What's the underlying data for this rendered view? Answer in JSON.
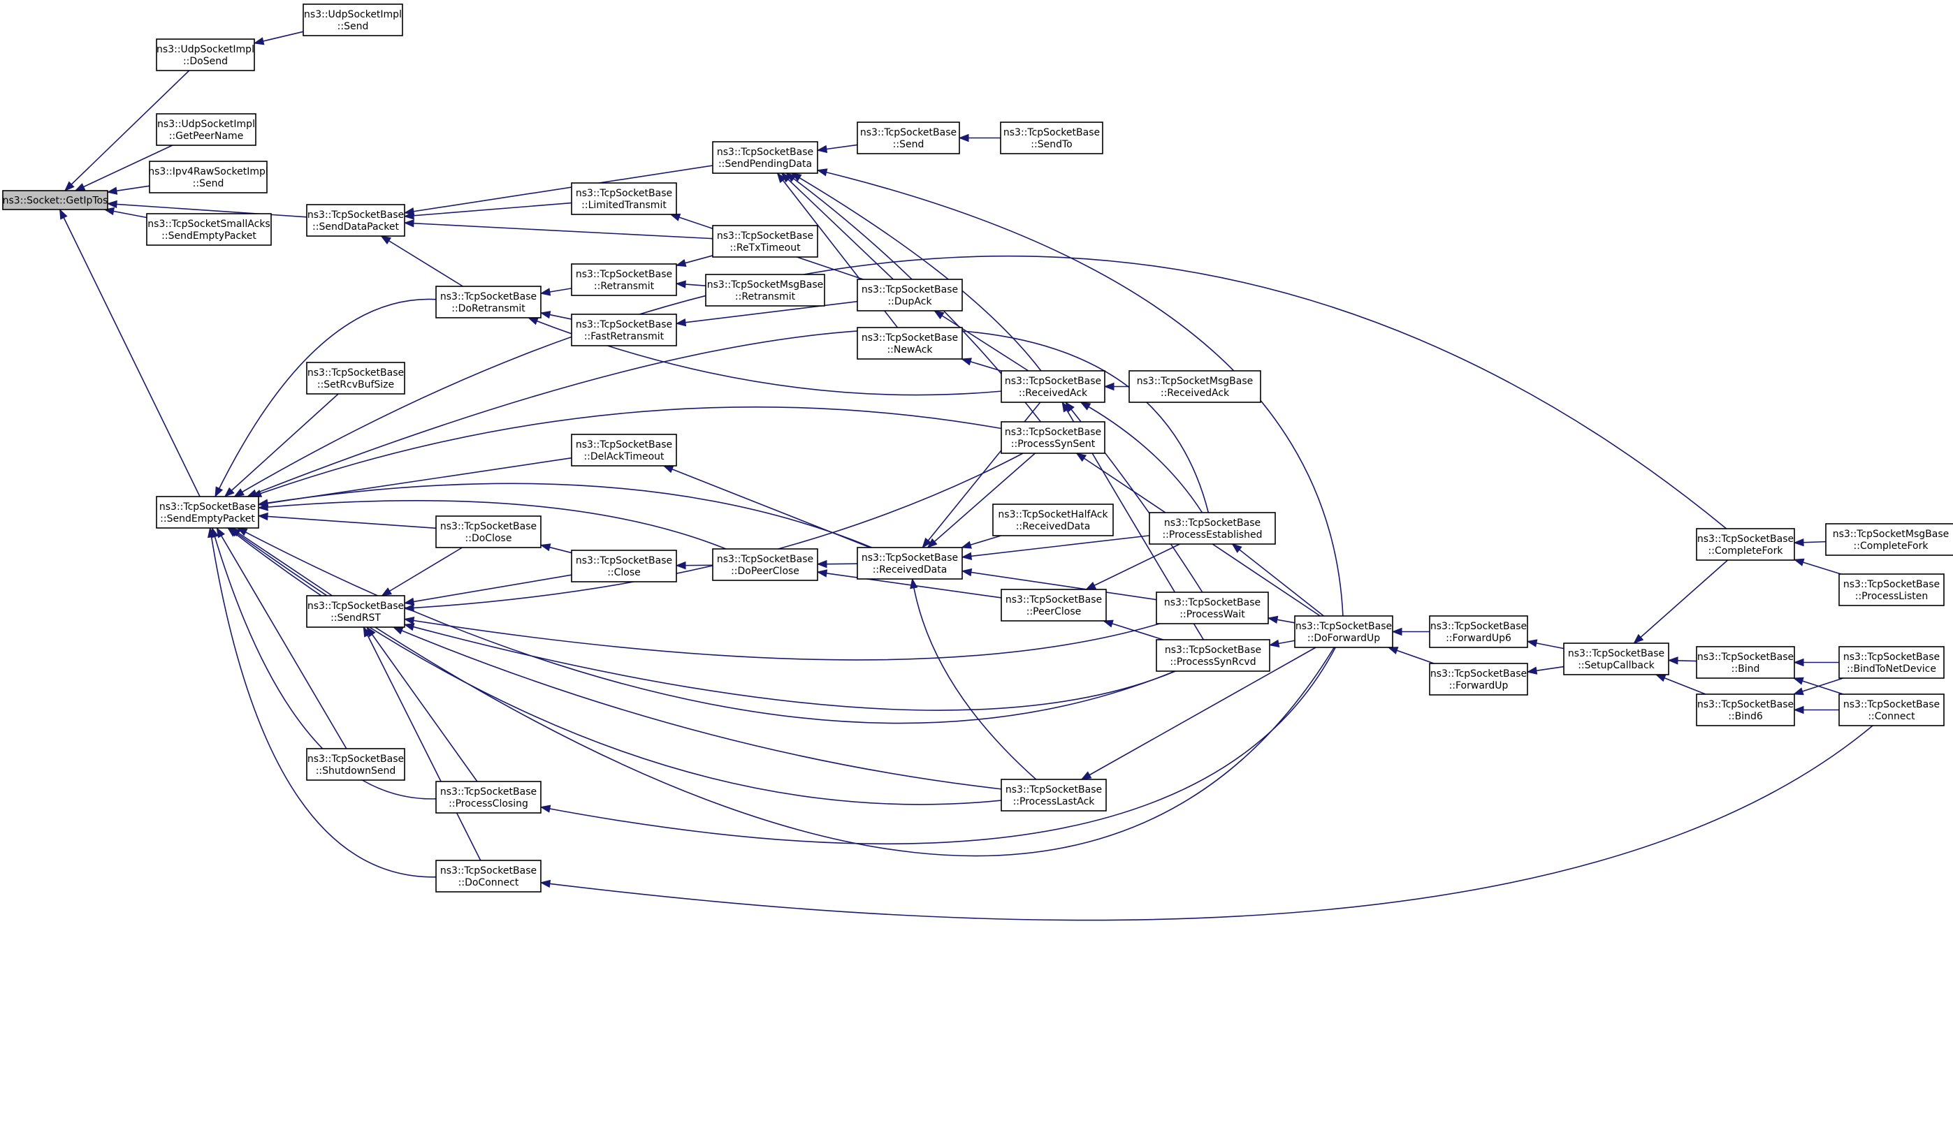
{
  "graph": {
    "title": "",
    "root": "getiptos",
    "nodes": [
      {
        "id": "getiptos",
        "lines": [
          "ns3::Socket::GetIpTos"
        ]
      },
      {
        "id": "udp_dosend",
        "lines": [
          "ns3::UdpSocketImpl",
          "::DoSend"
        ]
      },
      {
        "id": "udp_send",
        "lines": [
          "ns3::UdpSocketImpl",
          "::Send"
        ]
      },
      {
        "id": "udp_getpeername",
        "lines": [
          "ns3::UdpSocketImpl",
          "::GetPeerName"
        ]
      },
      {
        "id": "ipv4raw_send",
        "lines": [
          "ns3::Ipv4RawSocketImpl",
          "::Send"
        ]
      },
      {
        "id": "smallacks_sendempty",
        "lines": [
          "ns3::TcpSocketSmallAcks",
          "::SendEmptyPacket"
        ]
      },
      {
        "id": "senddatapacket",
        "lines": [
          "ns3::TcpSocketBase",
          "::SendDataPacket"
        ]
      },
      {
        "id": "sendemptypacket",
        "lines": [
          "ns3::TcpSocketBase",
          "::SendEmptyPacket"
        ]
      },
      {
        "id": "sendpendingdata",
        "lines": [
          "ns3::TcpSocketBase",
          "::SendPendingData"
        ]
      },
      {
        "id": "send",
        "lines": [
          "ns3::TcpSocketBase",
          "::Send"
        ]
      },
      {
        "id": "sendto",
        "lines": [
          "ns3::TcpSocketBase",
          "::SendTo"
        ]
      },
      {
        "id": "limitedtransmit",
        "lines": [
          "ns3::TcpSocketBase",
          "::LimitedTransmit"
        ]
      },
      {
        "id": "retxtimeout",
        "lines": [
          "ns3::TcpSocketBase",
          "::ReTxTimeout"
        ]
      },
      {
        "id": "doretransmit",
        "lines": [
          "ns3::TcpSocketBase",
          "::DoRetransmit"
        ]
      },
      {
        "id": "retransmit",
        "lines": [
          "ns3::TcpSocketBase",
          "::Retransmit"
        ]
      },
      {
        "id": "msg_retransmit",
        "lines": [
          "ns3::TcpSocketMsgBase",
          "::Retransmit"
        ]
      },
      {
        "id": "fastretransmit",
        "lines": [
          "ns3::TcpSocketBase",
          "::FastRetransmit"
        ]
      },
      {
        "id": "dupack",
        "lines": [
          "ns3::TcpSocketBase",
          "::DupAck"
        ]
      },
      {
        "id": "newack",
        "lines": [
          "ns3::TcpSocketBase",
          "::NewAck"
        ]
      },
      {
        "id": "receivedack",
        "lines": [
          "ns3::TcpSocketBase",
          "::ReceivedAck"
        ]
      },
      {
        "id": "msg_receivedack",
        "lines": [
          "ns3::TcpSocketMsgBase",
          "::ReceivedAck"
        ]
      },
      {
        "id": "setrcvbufsize",
        "lines": [
          "ns3::TcpSocketBase",
          "::SetRcvBufSize"
        ]
      },
      {
        "id": "processsynsent",
        "lines": [
          "ns3::TcpSocketBase",
          "::ProcessSynSent"
        ]
      },
      {
        "id": "delacktimeout",
        "lines": [
          "ns3::TcpSocketBase",
          "::DelAckTimeout"
        ]
      },
      {
        "id": "halfack_receiveddata",
        "lines": [
          "ns3::TcpSocketHalfAck",
          "::ReceivedData"
        ]
      },
      {
        "id": "processestablished",
        "lines": [
          "ns3::TcpSocketBase",
          "::ProcessEstablished"
        ]
      },
      {
        "id": "doclose",
        "lines": [
          "ns3::TcpSocketBase",
          "::DoClose"
        ]
      },
      {
        "id": "close",
        "lines": [
          "ns3::TcpSocketBase",
          "::Close"
        ]
      },
      {
        "id": "dopeerclose",
        "lines": [
          "ns3::TcpSocketBase",
          "::DoPeerClose"
        ]
      },
      {
        "id": "receiveddata",
        "lines": [
          "ns3::TcpSocketBase",
          "::ReceivedData"
        ]
      },
      {
        "id": "peerclose",
        "lines": [
          "ns3::TcpSocketBase",
          "::PeerClose"
        ]
      },
      {
        "id": "processwait",
        "lines": [
          "ns3::TcpSocketBase",
          "::ProcessWait"
        ]
      },
      {
        "id": "sendrst",
        "lines": [
          "ns3::TcpSocketBase",
          "::SendRST"
        ]
      },
      {
        "id": "processsynrcvd",
        "lines": [
          "ns3::TcpSocketBase",
          "::ProcessSynRcvd"
        ]
      },
      {
        "id": "doforwardup",
        "lines": [
          "ns3::TcpSocketBase",
          "::DoForwardUp"
        ]
      },
      {
        "id": "forwardup6",
        "lines": [
          "ns3::TcpSocketBase",
          "::ForwardUp6"
        ]
      },
      {
        "id": "forwardup",
        "lines": [
          "ns3::TcpSocketBase",
          "::ForwardUp"
        ]
      },
      {
        "id": "setupcallback",
        "lines": [
          "ns3::TcpSocketBase",
          "::SetupCallback"
        ]
      },
      {
        "id": "completefork",
        "lines": [
          "ns3::TcpSocketBase",
          "::CompleteFork"
        ]
      },
      {
        "id": "msg_completefork",
        "lines": [
          "ns3::TcpSocketMsgBase",
          "::CompleteFork"
        ]
      },
      {
        "id": "processlisten",
        "lines": [
          "ns3::TcpSocketBase",
          "::ProcessListen"
        ]
      },
      {
        "id": "bind",
        "lines": [
          "ns3::TcpSocketBase",
          "::Bind"
        ]
      },
      {
        "id": "bind6",
        "lines": [
          "ns3::TcpSocketBase",
          "::Bind6"
        ]
      },
      {
        "id": "bindtonetdevice",
        "lines": [
          "ns3::TcpSocketBase",
          "::BindToNetDevice"
        ]
      },
      {
        "id": "connect",
        "lines": [
          "ns3::TcpSocketBase",
          "::Connect"
        ]
      },
      {
        "id": "shutdownsend",
        "lines": [
          "ns3::TcpSocketBase",
          "::ShutdownSend"
        ]
      },
      {
        "id": "processclosing",
        "lines": [
          "ns3::TcpSocketBase",
          "::ProcessClosing"
        ]
      },
      {
        "id": "processlastack",
        "lines": [
          "ns3::TcpSocketBase",
          "::ProcessLastAck"
        ]
      },
      {
        "id": "doconnect",
        "lines": [
          "ns3::TcpSocketBase",
          "::DoConnect"
        ]
      }
    ],
    "edges": [
      [
        "udp_dosend",
        "getiptos"
      ],
      [
        "udp_getpeername",
        "getiptos"
      ],
      [
        "ipv4raw_send",
        "getiptos"
      ],
      [
        "smallacks_sendempty",
        "getiptos"
      ],
      [
        "senddatapacket",
        "getiptos"
      ],
      [
        "sendemptypacket",
        "getiptos"
      ],
      [
        "udp_send",
        "udp_dosend"
      ],
      [
        "sendpendingdata",
        "senddatapacket"
      ],
      [
        "limitedtransmit",
        "senddatapacket"
      ],
      [
        "retxtimeout",
        "senddatapacket"
      ],
      [
        "doretransmit",
        "senddatapacket"
      ],
      [
        "send",
        "sendpendingdata"
      ],
      [
        "dupack",
        "sendpendingdata"
      ],
      [
        "newack",
        "sendpendingdata"
      ],
      [
        "receivedack",
        "sendpendingdata"
      ],
      [
        "processsynsent",
        "sendpendingdata"
      ],
      [
        "doforwardup",
        "sendpendingdata"
      ],
      [
        "sendto",
        "send"
      ],
      [
        "dupack",
        "limitedtransmit"
      ],
      [
        "retransmit",
        "doretransmit"
      ],
      [
        "fastretransmit",
        "doretransmit"
      ],
      [
        "receivedack",
        "doretransmit"
      ],
      [
        "retxtimeout",
        "retransmit"
      ],
      [
        "msg_retransmit",
        "retransmit"
      ],
      [
        "dupack",
        "fastretransmit"
      ],
      [
        "receivedack",
        "dupack"
      ],
      [
        "receivedack",
        "newack"
      ],
      [
        "msg_receivedack",
        "receivedack"
      ],
      [
        "processestablished",
        "receivedack"
      ],
      [
        "processwait",
        "receivedack"
      ],
      [
        "processsynrcvd",
        "receivedack"
      ],
      [
        "doforwardup",
        "processsynsent"
      ],
      [
        "processestablished",
        "receiveddata"
      ],
      [
        "halfack_receiveddata",
        "receiveddata"
      ],
      [
        "processsynsent",
        "receiveddata"
      ],
      [
        "receiveddata",
        "delacktimeout"
      ],
      [
        "doforwardup",
        "processestablished"
      ],
      [
        "doforwardup",
        "processwait"
      ],
      [
        "doforwardup",
        "processsynrcvd"
      ],
      [
        "doforwardup",
        "processlastack"
      ],
      [
        "close",
        "doclose"
      ],
      [
        "dopeerclose",
        "close"
      ],
      [
        "receiveddata",
        "dopeerclose"
      ],
      [
        "peerclose",
        "dopeerclose"
      ],
      [
        "processwait",
        "receiveddata"
      ],
      [
        "processlastack",
        "receiveddata"
      ],
      [
        "receivedack",
        "receiveddata"
      ],
      [
        "processestablished",
        "peerclose"
      ],
      [
        "processsynrcvd",
        "peerclose"
      ],
      [
        "forwardup6",
        "doforwardup"
      ],
      [
        "forwardup",
        "doforwardup"
      ],
      [
        "setupcallback",
        "forwardup6"
      ],
      [
        "setupcallback",
        "forwardup"
      ],
      [
        "completefork",
        "setupcallback"
      ],
      [
        "bind",
        "setupcallback"
      ],
      [
        "bind6",
        "setupcallback"
      ],
      [
        "msg_completefork",
        "completefork"
      ],
      [
        "processlisten",
        "completefork"
      ],
      [
        "bindtonetdevice",
        "bind"
      ],
      [
        "connect",
        "bind"
      ],
      [
        "bindtonetdevice",
        "bind6"
      ],
      [
        "connect",
        "bind6"
      ],
      [
        "setrcvbufsize",
        "sendemptypacket"
      ],
      [
        "delacktimeout",
        "sendemptypacket"
      ],
      [
        "doclose",
        "sendemptypacket"
      ],
      [
        "sendrst",
        "sendemptypacket"
      ],
      [
        "shutdownsend",
        "sendemptypacket"
      ],
      [
        "processclosing",
        "sendemptypacket"
      ],
      [
        "doconnect",
        "sendemptypacket"
      ],
      [
        "doretransmit",
        "sendemptypacket"
      ],
      [
        "receiveddata",
        "sendemptypacket"
      ],
      [
        "dopeerclose",
        "sendemptypacket"
      ],
      [
        "processsynsent",
        "sendemptypacket"
      ],
      [
        "processestablished",
        "sendemptypacket"
      ],
      [
        "processlastack",
        "sendemptypacket"
      ],
      [
        "completefork",
        "sendemptypacket"
      ],
      [
        "processsynrcvd",
        "sendemptypacket"
      ],
      [
        "doforwardup",
        "sendemptypacket"
      ],
      [
        "doclose",
        "sendrst"
      ],
      [
        "close",
        "sendrst"
      ],
      [
        "processsynsent",
        "sendrst"
      ],
      [
        "processwait",
        "sendrst"
      ],
      [
        "processsynrcvd",
        "sendrst"
      ],
      [
        "processlastack",
        "sendrst"
      ],
      [
        "processclosing",
        "sendrst"
      ],
      [
        "doconnect",
        "sendrst"
      ],
      [
        "doforwardup",
        "processclosing"
      ],
      [
        "connect",
        "doconnect"
      ]
    ]
  }
}
